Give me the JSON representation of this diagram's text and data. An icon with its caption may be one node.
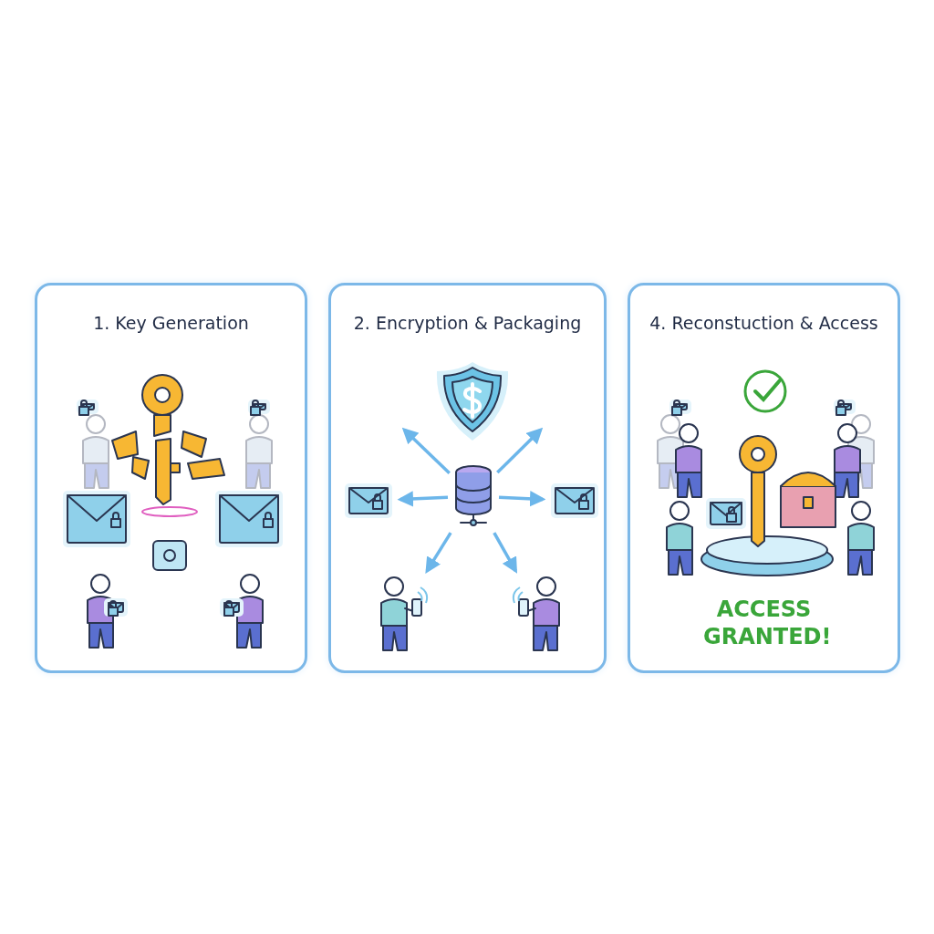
{
  "diagram": {
    "nodes": [
      {
        "text": [
          "1. Key Generation"
        ]
      },
      {
        "text": [
          "2. Encryption & Packaging"
        ]
      },
      {
        "text": [],
        "shape": "cylinder",
        "in": 1
      },
      {
        "text": [],
        "shape": "picture",
        "in": 1
      },
      {
        "text": [],
        "shape": "picture",
        "in": 1
      },
      {
        "text": [],
        "shape": "picture",
        "in": 1
      },
      {
        "text": [],
        "shape": "person",
        "in": 1
      },
      {
        "text": [],
        "shape": "person",
        "in": 1
      },
      {
        "text": [
          "4. Reconstuction & Access",
          "ACCESS GRANTED!"
        ]
      }
    ],
    "edges": [
      {
        "from": 2,
        "to": null,
        "arrow": "to"
      },
      {
        "from": 2,
        "to": null,
        "arrow": "to"
      },
      {
        "from": 2,
        "to": 4,
        "arrow": "to"
      },
      {
        "from": 2,
        "to": 5,
        "arrow": "to"
      },
      {
        "from": 2,
        "to": 6,
        "arrow": "to"
      },
      {
        "from": 2,
        "to": 7,
        "arrow": "to"
      }
    ]
  }
}
